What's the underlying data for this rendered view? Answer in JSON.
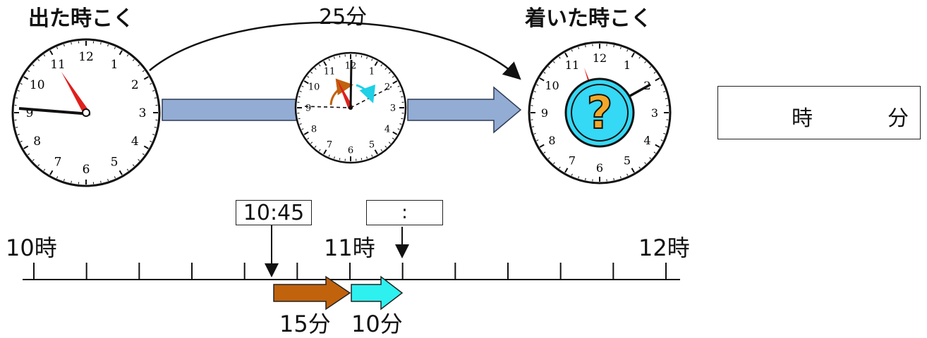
{
  "labels": {
    "departure": "出た時こく",
    "arrival": "着いた時こく",
    "elapsed": "25分"
  },
  "answer_box": {
    "hour_unit": "時",
    "minute_unit": "分"
  },
  "timeline": {
    "start_label": "10時",
    "mid_label": "11時",
    "end_label": "12時",
    "departure_time": "10:45",
    "arrival_time": ":",
    "segment1_label": "15分",
    "segment2_label": "10分"
  },
  "clock_numbers": [
    "12",
    "1",
    "2",
    "3",
    "4",
    "5",
    "6",
    "7",
    "8",
    "9",
    "10",
    "11"
  ],
  "question_mark": "?",
  "colors": {
    "arrow_fill": "#93acd4",
    "arrow_stroke": "#2f3c55",
    "hour_hand": "#e0201c",
    "orange_arrow": "#c1620d",
    "cyan_arrow": "#2ef0ef",
    "question_bg": "#35d8f5",
    "question_mark": "#f1a82a"
  }
}
